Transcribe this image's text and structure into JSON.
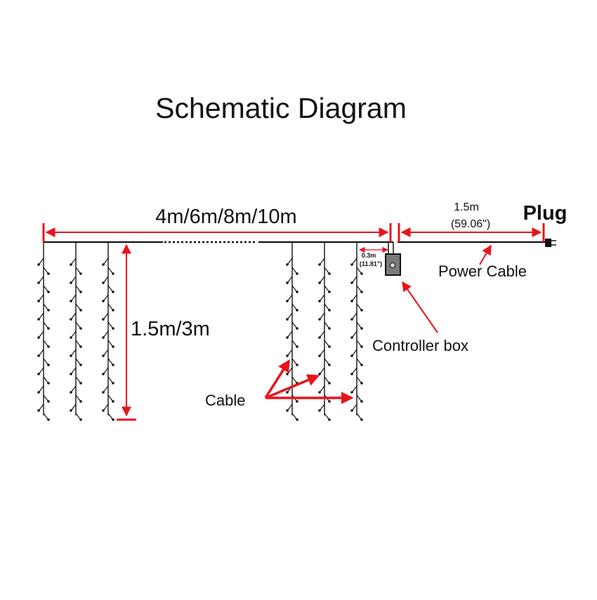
{
  "title": "Schematic Diagram",
  "curtain_width_label": "4m/6m/8m/10m",
  "curtain_drop_label": "1.5m/3m",
  "lead_length_label": "0.3m",
  "lead_length_inches_label": "(11.81\")",
  "power_cable_length_label": "1.5m",
  "power_cable_length_inches_label": "(59.06\")",
  "plug_label": "Plug",
  "power_cable_label": "Power Cable",
  "controller_box_label": "Controller box",
  "cable_label": "Cable",
  "colors": {
    "dimension": "#e8141c",
    "wire": "#111111",
    "controller_box": "#7a7a7a"
  },
  "icons": [
    "controller-box-icon",
    "plug-icon",
    "bulb-icon",
    "arrow-icon"
  ]
}
